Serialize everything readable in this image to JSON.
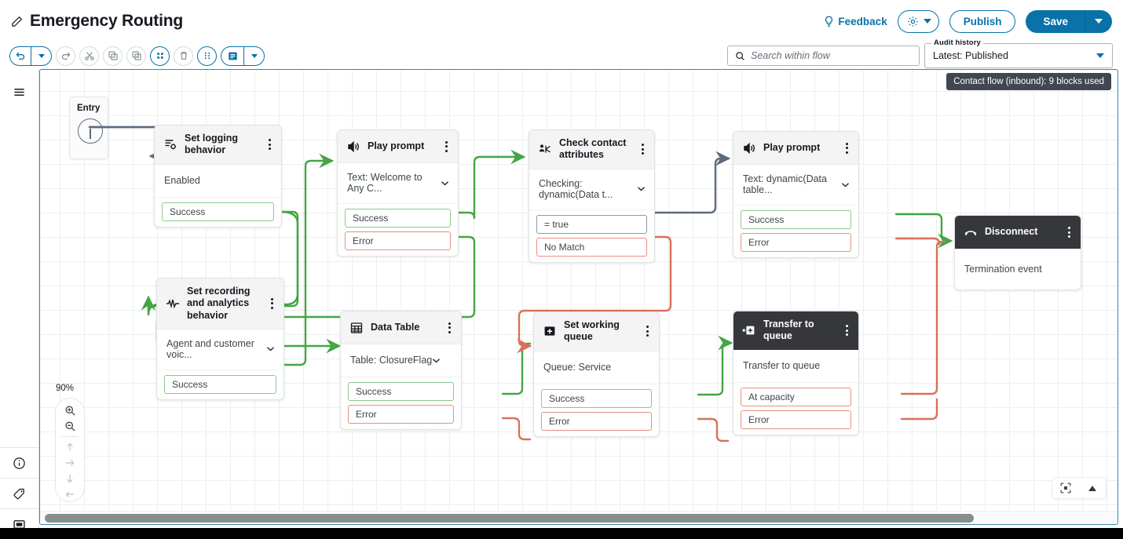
{
  "header": {
    "title": "Emergency Routing",
    "edit_icon": "pencil-icon",
    "feedback_label": "Feedback",
    "feedback_icon": "lightbulb-icon",
    "settings_icon": "gear-icon",
    "publish_label": "Publish",
    "save_label": "Save"
  },
  "toolbar": {
    "undo_icon": "undo-icon",
    "undo_caret_icon": "chevron-down-icon",
    "redo_icon": "redo-icon",
    "cut_icon": "scissors-icon",
    "copy_icon": "copy-icon",
    "paste_icon": "paste-icon",
    "align_icon": "align-grid-icon",
    "delete_icon": "trash-icon",
    "drag_icon": "drag-dots-icon",
    "notes_icon": "notes-panel-icon",
    "notes_caret_icon": "chevron-down-icon"
  },
  "search": {
    "placeholder": "Search within flow",
    "value": "",
    "icon": "search-icon"
  },
  "audit": {
    "legend": "Audit history",
    "value": "Latest: Published",
    "caret_icon": "chevron-down-icon"
  },
  "left_rail": {
    "menu_icon": "hamburger-menu-icon",
    "info_icon": "info-circle-icon",
    "tag_icon": "tag-icon",
    "panel_icon": "panel-toggle-icon"
  },
  "canvas": {
    "blocks_badge": "Contact flow (inbound): 9 blocks used",
    "entry_label": "Entry",
    "zoom_level": "90%",
    "zoom_in_icon": "zoom-in-icon",
    "zoom_out_icon": "zoom-out-icon",
    "pan_up_icon": "arrow-up-icon",
    "pan_right_icon": "arrow-right-icon",
    "pan_down_icon": "arrow-down-icon",
    "pan_left_icon": "arrow-left-icon",
    "fit_icon": "fit-to-screen-icon",
    "collapse_icon": "triangle-up-icon",
    "scrollbar_icon": "horizontal-scrollbar"
  },
  "colors": {
    "accent": "#0972a8",
    "success_border": "#8bc98b",
    "error_border": "#e79181",
    "neutral_border": "#8a9aa8",
    "wire_success": "#45a545",
    "wire_error": "#d9715a",
    "wire_neutral": "#5d6b7b",
    "dark_header": "#35373a"
  },
  "blocks": [
    {
      "id": "set-logging-behavior",
      "title": "Set logging behavior",
      "icon": "logging-settings-icon",
      "body": "Enabled",
      "has_chevron": false,
      "dark": false,
      "ports": [
        {
          "label": "Success",
          "kind": "success"
        }
      ]
    },
    {
      "id": "set-recording-analytics",
      "title": "Set recording and analytics behavior",
      "icon": "waveform-icon",
      "body": "Agent and customer voic...",
      "has_chevron": true,
      "dark": false,
      "ports": [
        {
          "label": "Success",
          "kind": "success"
        }
      ]
    },
    {
      "id": "play-prompt-1",
      "title": "Play prompt",
      "icon": "speaker-icon",
      "body": "Text: Welcome to Any C...",
      "has_chevron": true,
      "dark": false,
      "ports": [
        {
          "label": "Success",
          "kind": "success"
        },
        {
          "label": "Error",
          "kind": "error"
        }
      ]
    },
    {
      "id": "data-table",
      "title": "Data Table",
      "icon": "table-grid-icon",
      "body": "Table: ClosureFlag",
      "has_chevron": true,
      "dark": false,
      "ports": [
        {
          "label": "Success",
          "kind": "success"
        },
        {
          "label": "Error",
          "kind": "error"
        }
      ]
    },
    {
      "id": "check-contact-attributes",
      "title": "Check contact attributes",
      "icon": "branch-contact-icon",
      "body": "Checking: dynamic(Data t...",
      "has_chevron": true,
      "dark": false,
      "ports": [
        {
          "label": "= true",
          "kind": "neutral"
        },
        {
          "label": "No Match",
          "kind": "error"
        }
      ]
    },
    {
      "id": "set-working-queue",
      "title": "Set working queue",
      "icon": "queue-add-icon",
      "body": "Queue: Service",
      "has_chevron": false,
      "dark": false,
      "ports": [
        {
          "label": "Success",
          "kind": "success"
        },
        {
          "label": "Error",
          "kind": "error"
        }
      ]
    },
    {
      "id": "play-prompt-2",
      "title": "Play prompt",
      "icon": "speaker-icon",
      "body": "Text: dynamic(Data table...",
      "has_chevron": true,
      "dark": false,
      "ports": [
        {
          "label": "Success",
          "kind": "success"
        },
        {
          "label": "Error",
          "kind": "error"
        }
      ]
    },
    {
      "id": "transfer-to-queue",
      "title": "Transfer to queue",
      "icon": "transfer-queue-icon",
      "body": "Transfer to queue",
      "has_chevron": false,
      "dark": true,
      "ports": [
        {
          "label": "At capacity",
          "kind": "error"
        },
        {
          "label": "Error",
          "kind": "error"
        }
      ]
    },
    {
      "id": "disconnect",
      "title": "Disconnect",
      "icon": "hangup-phone-icon",
      "body": "Termination event",
      "has_chevron": false,
      "dark": true,
      "ports": []
    }
  ]
}
